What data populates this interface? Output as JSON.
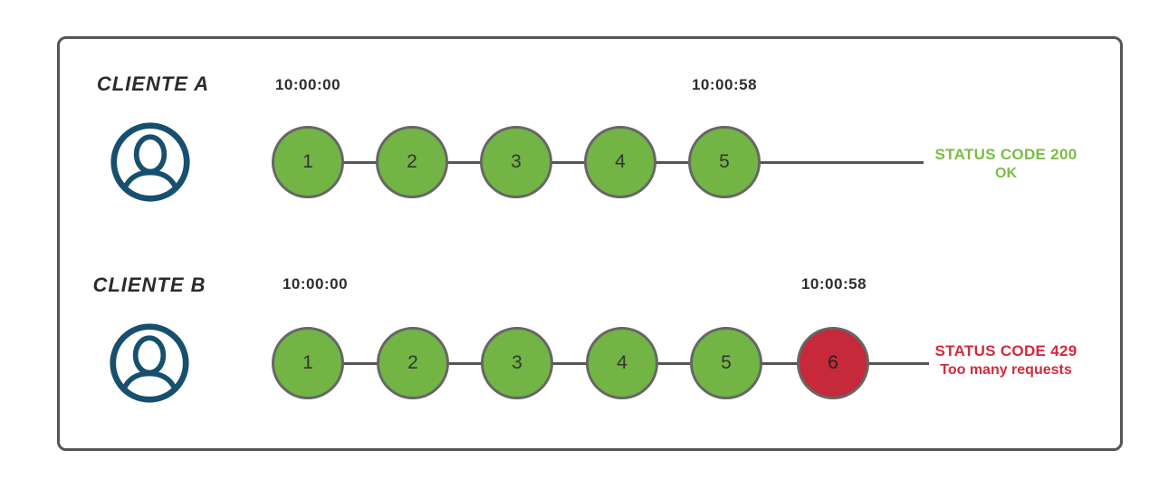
{
  "colors": {
    "success_green": "#72B544",
    "error_red": "#C5293A",
    "status_ok_text": "#7ABD44",
    "status_error_text": "#D22B3B",
    "icon_blue": "#17506E",
    "frame_border": "#555555",
    "timeline_gray": "#555555",
    "timestamp_text": "#2D2D2D"
  },
  "rows": [
    {
      "client_label": "CLIENTE A",
      "start_time": "10:00:00",
      "end_time": "10:00:58",
      "requests": [
        {
          "label": "1",
          "status": "success"
        },
        {
          "label": "2",
          "status": "success"
        },
        {
          "label": "3",
          "status": "success"
        },
        {
          "label": "4",
          "status": "success"
        },
        {
          "label": "5",
          "status": "success"
        }
      ],
      "status_line1": "STATUS CODE 200",
      "status_line2": "OK"
    },
    {
      "client_label": "CLIENTE B",
      "start_time": "10:00:00",
      "end_time": "10:00:58",
      "requests": [
        {
          "label": "1",
          "status": "success"
        },
        {
          "label": "2",
          "status": "success"
        },
        {
          "label": "3",
          "status": "success"
        },
        {
          "label": "4",
          "status": "success"
        },
        {
          "label": "5",
          "status": "success"
        },
        {
          "label": "6",
          "status": "rate-limited"
        }
      ],
      "status_line1": "STATUS CODE 429",
      "status_line2": "Too many requests"
    }
  ]
}
